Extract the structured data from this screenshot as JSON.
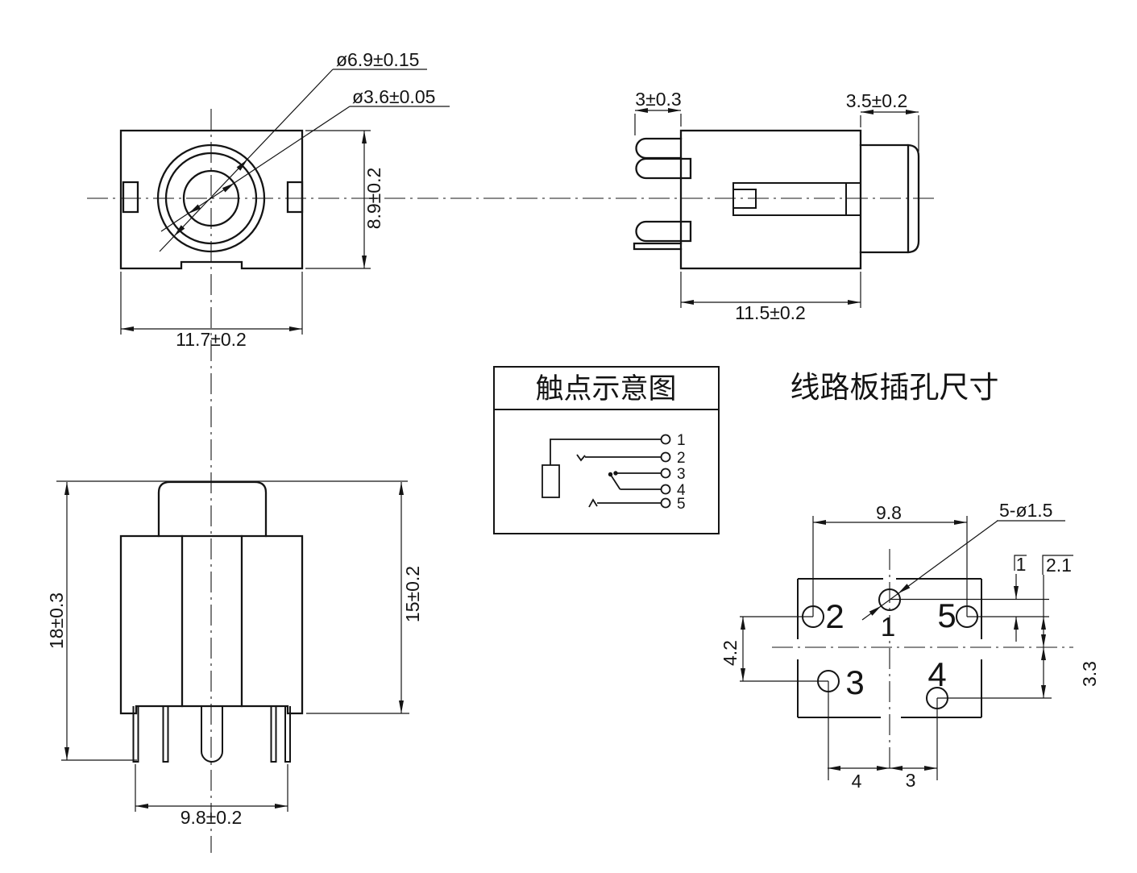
{
  "front_view": {
    "dia_outer": "ø6.9±0.15",
    "dia_inner": "ø3.6±0.05",
    "height_dim": "8.9±0.2",
    "width_dim": "11.7±0.2"
  },
  "side_view": {
    "pin_length_dim": "3±0.3",
    "tip_dim": "3.5±0.2",
    "body_length_dim": "11.5±0.2"
  },
  "bottom_view": {
    "overall_height_dim": "18±0.3",
    "body_height_dim": "15±0.2",
    "pin_span_dim": "9.8±0.2"
  },
  "contact_diagram": {
    "title": "触点示意图",
    "terminals": [
      "1",
      "2",
      "3",
      "4",
      "5"
    ]
  },
  "pcb_layout": {
    "title": "线路板插孔尺寸",
    "hole_pitch_dim": "9.8",
    "hole_spec": "5-ø1.5",
    "offset_dim_1": "1",
    "offset_dim_2": "2.1",
    "row_offset_left_dim": "4.2",
    "row_offset_right_dim": "3.3",
    "bottom_dim_left": "4",
    "bottom_dim_right": "3",
    "pad_labels": [
      "1",
      "2",
      "3",
      "4",
      "5"
    ]
  }
}
